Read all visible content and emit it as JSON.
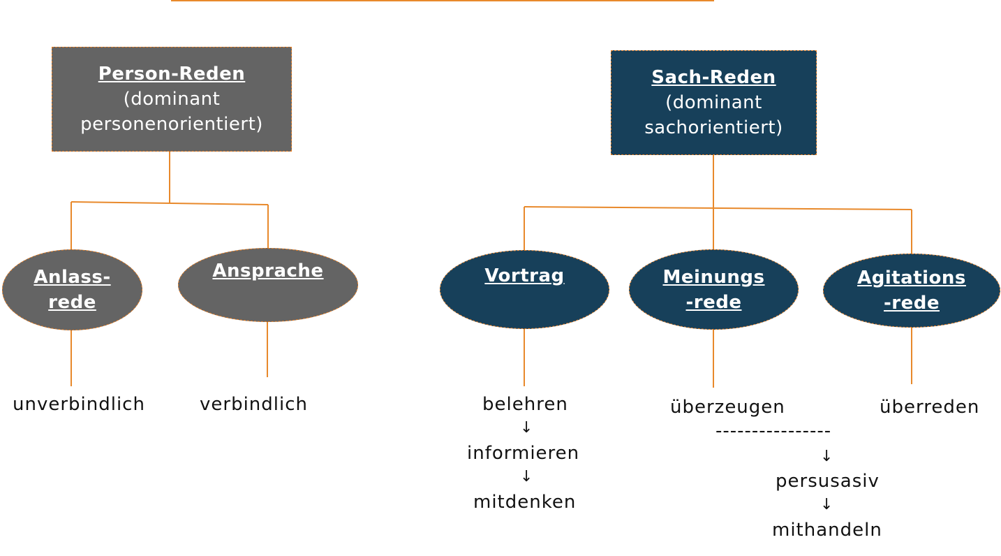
{
  "person_reden": {
    "title": "Person-Reden",
    "subtitle": "(dominant personenorientiert)"
  },
  "sach_reden": {
    "title": "Sach-Reden",
    "subtitle": "(dominant sachorientiert)"
  },
  "ellipses": {
    "anlass": "Anlass-\nrede",
    "ansprache": "Ansprache",
    "vortrag": "Vortrag",
    "meinung": "Meinungs\n-rede",
    "agitation": "Agitations\n-rede"
  },
  "labels": {
    "unverbindlich": "unverbindlich",
    "verbindlich": "verbindlich",
    "belehren": "belehren",
    "informieren": "informieren",
    "mitdenken": "mitdenken",
    "ueberzeugen": "überzeugen",
    "ueberreden": "überreden",
    "dashes": "----------------",
    "persuasiv": "persusasiv",
    "mithandeln": "mithandeln",
    "arrow": "↓"
  }
}
